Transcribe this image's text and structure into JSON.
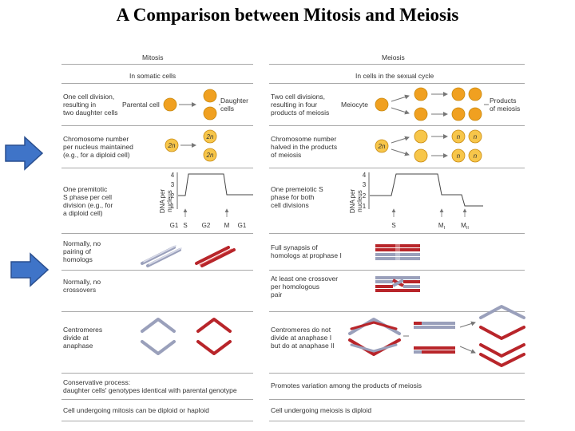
{
  "title": "A Comparison between Mitosis and Meiosis",
  "columns": {
    "mitosis": {
      "header": "Mitosis",
      "subheader": "In somatic cells"
    },
    "meiosis": {
      "header": "Meiosis",
      "subheader": "In cells in the sexual cycle"
    }
  },
  "mitosis_rows": {
    "division": "One cell division,\nresulting in\ntwo daughter cells",
    "parental": "Parental cell",
    "daughter": "Daughter\ncells",
    "chromosome": "Chromosome number\nper nucleus maintained\n(e.g., for a diploid cell)",
    "sphase": "One premitotic\nS phase per cell\ndivision (e.g., for\na diploid cell)",
    "pairing": "Normally, no\npairing of\nhomologs",
    "crossovers": "Normally, no\ncrossovers",
    "centromeres": "Centromeres\ndivide at\nanaphase",
    "conservative": "Conservative process:\n  daughter cells' genotypes identical with parental genotype",
    "ploidy": "Cell undergoing mitosis can be diploid or haploid"
  },
  "meiosis_rows": {
    "division": "Two cell divisions,\nresulting in four\nproducts of meiosis",
    "meiocyte": "Meiocyte",
    "products": "Products\nof meiosis",
    "chromosome": "Chromosome number\nhalved in the products\nof meiosis",
    "sphase": "One premeiotic S\nphase for both\ncell divisions",
    "synapsis": "Full synapsis of\nhomologs at prophase I",
    "crossover": "At least one crossover\nper homologous\npair",
    "centromeres": "Centromeres do not\ndivide at anaphase I\nbut do at anaphase II",
    "variation": "Promotes variation among the products of meiosis",
    "ploidy": "Cell undergoing meiosis is diploid"
  },
  "labels": {
    "two_n": "2n",
    "n": "n",
    "dna_axis": "DNA per\nnucleus",
    "y_ticks": [
      "4",
      "3",
      "2",
      "1"
    ],
    "mitosis_phases": [
      "G1",
      "S",
      "G2",
      "M",
      "G1"
    ],
    "meiosis_phases": [
      "S",
      "MI",
      "MII"
    ]
  },
  "colors": {
    "cell": "#f0a020",
    "cell_light": "#f7c64a",
    "indicator_arrow": "#3f74c8",
    "red_chromosome": "#b8252a",
    "grey_chromosome": "#b0b4c8"
  }
}
